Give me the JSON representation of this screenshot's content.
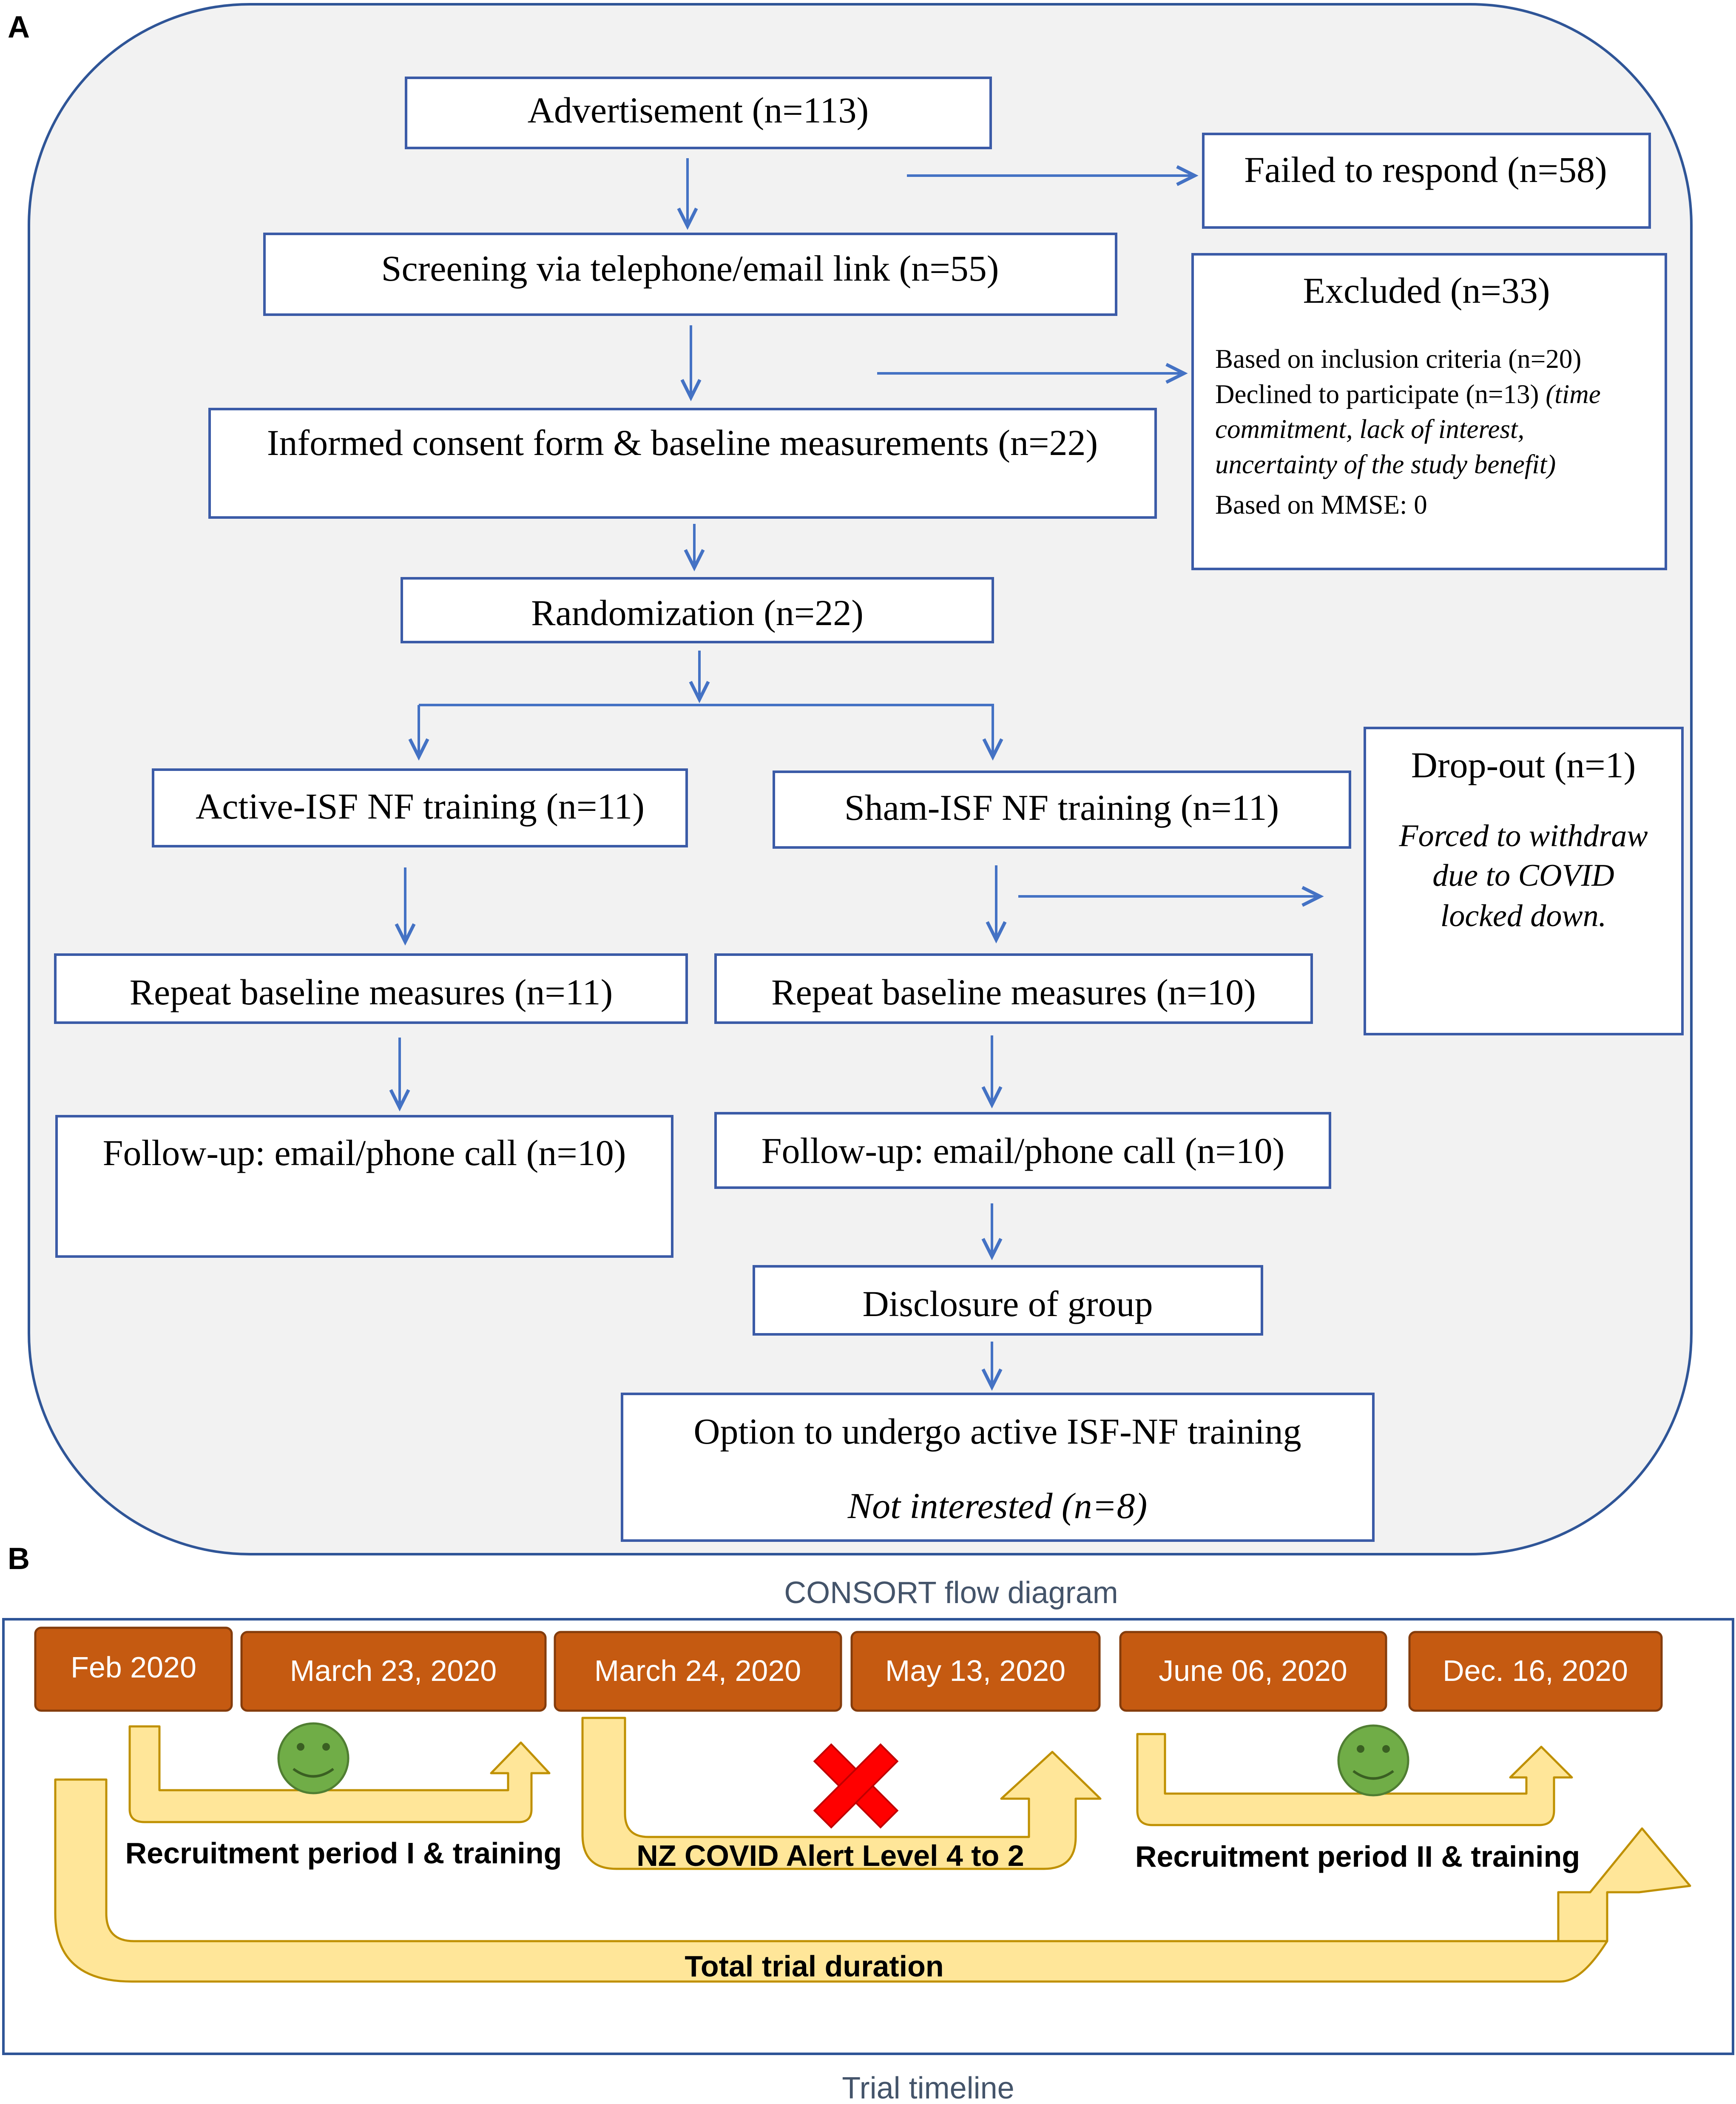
{
  "panel_a": {
    "letter": "A",
    "caption": "CONSORT flow diagram",
    "boxes": {
      "advertisement": "Advertisement (n=113)",
      "failed": "Failed to respond (n=58)",
      "screening": "Screening via telephone/email link (n=55)",
      "excluded_title": "Excluded (n=33)",
      "excluded_line1": "Based on inclusion criteria (n=20)",
      "excluded_line2_plain": "Declined to participate (n=13) ",
      "excluded_line2_italic": "(time",
      "excluded_line3_italic": "commitment, lack of interest,",
      "excluded_line4_italic": "uncertainty of the study benefit)",
      "excluded_line5": "Based on MMSE: 0",
      "consent": "Informed consent form & baseline measurements (n=22)",
      "randomization": "Randomization (n=22)",
      "active": "Active-ISF NF training (n=11)",
      "sham": "Sham-ISF NF training (n=11)",
      "dropout_title": "Drop-out (n=1)",
      "dropout_line1": "Forced to withdraw",
      "dropout_line2": "due to COVID",
      "dropout_line3": "locked down.",
      "repeat_active": "Repeat baseline measures (n=11)",
      "repeat_sham": "Repeat baseline measures (n=10)",
      "followup_active": "Follow-up: email/phone call (n=10)",
      "followup_sham": "Follow-up: email/phone call (n=10)",
      "disclosure": "Disclosure of group",
      "option_title": "Option to undergo active ISF-NF training",
      "option_sub": "Not interested (n=8)"
    }
  },
  "panel_b": {
    "letter": "B",
    "caption": "Trial timeline",
    "dates": [
      "Feb 2020",
      "March 23, 2020",
      "March 24, 2020",
      "May 13, 2020",
      "June 06, 2020",
      "Dec. 16, 2020"
    ],
    "periods": {
      "recruitment_1": "Recruitment period I & training",
      "covid": "NZ COVID Alert Level 4 to 2",
      "recruitment_2": "Recruitment period II & training",
      "total": "Total trial duration"
    },
    "icons": [
      "smiley-face-icon",
      "red-cross-icon",
      "smiley-face-icon"
    ]
  },
  "colors": {
    "box_border": "#3B5BA7",
    "arrow": "#4472C4",
    "panel_bg": "#F2F2F2",
    "date_fill": "#C55A11",
    "band_fill": "#FFE699",
    "band_stroke": "#BF9000",
    "smiley": "#70AD47",
    "cross": "#FF0000",
    "caption_text": "#44546A"
  }
}
